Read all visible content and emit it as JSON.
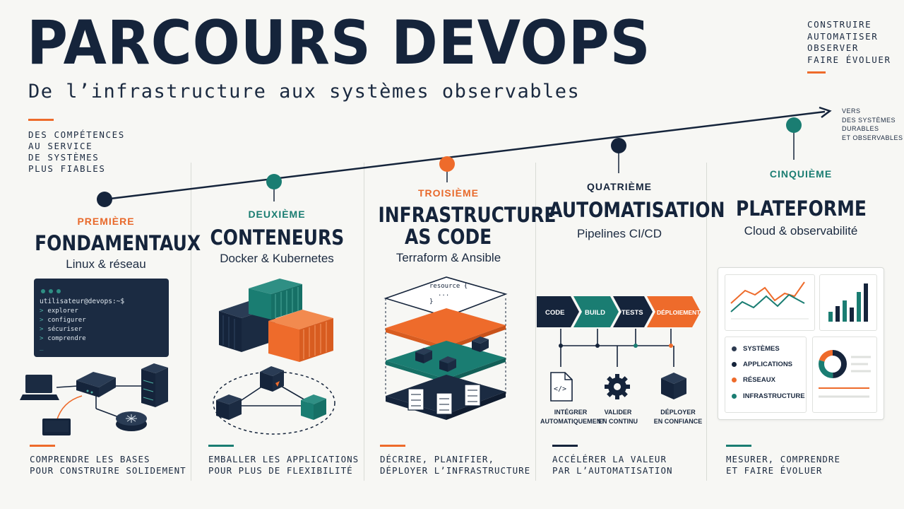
{
  "header": {
    "title": "PARCOURS DEVOPS",
    "subtitle": "De l’infrastructure aux systèmes observables",
    "tagline": [
      "DES COMPÉTENCES",
      "AU SERVICE",
      "DE SYSTÈMES",
      "PLUS FIABLES"
    ],
    "motto": [
      "CONSTRUIRE",
      "AUTOMATISER",
      "OBSERVER",
      "FAIRE ÉVOLUER"
    ],
    "arrow_note": [
      "VERS",
      "DES SYSTÈMES",
      "DURABLES",
      "ET OBSERVABLES"
    ]
  },
  "colors": {
    "navy": "#15243b",
    "teal": "#1a7d72",
    "orange": "#ee6b2b",
    "background": "#f7f7f4"
  },
  "stages": [
    {
      "ordinal": "PREMIÈRE",
      "title": "FONDAMENTAUX",
      "subtitle": "Linux & réseau",
      "bottom": [
        "COMPRENDRE LES BASES",
        "POUR CONSTRUIRE SOLIDEMENT"
      ],
      "terminal": {
        "prompt": "utilisateur@devops:~$",
        "commands": [
          "explorer",
          "configurer",
          "sécuriser",
          "comprendre"
        ],
        "cursor": "_"
      },
      "icons": [
        "laptop-icon",
        "network-switch-icon",
        "server-rack-icon",
        "router-icon",
        "monitor-icon"
      ]
    },
    {
      "ordinal": "DEUXIÈME",
      "title": "CONTENEURS",
      "subtitle": "Docker & Kubernetes",
      "bottom": [
        "EMBALLER LES APPLICATIONS",
        "POUR PLUS DE FLEXIBILITÉ"
      ],
      "icons": [
        "container-stack-icon",
        "kubernetes-cluster-icon"
      ]
    },
    {
      "ordinal": "TROISIÈME",
      "title": [
        "INFRASTRUCTURE",
        "AS CODE"
      ],
      "subtitle": "Terraform & Ansible",
      "bottom": [
        "DÉCRIRE, PLANIFIER,",
        "DÉPLOYER L’INFRASTRUCTURE"
      ],
      "code": [
        "resource {",
        "...",
        "}"
      ],
      "icons": [
        "layered-infrastructure-icon"
      ]
    },
    {
      "ordinal": "QUATRIÈME",
      "title": "AUTOMATISATION",
      "subtitle": "Pipelines CI/CD",
      "bottom": [
        "ACCÉLÉRER LA VALEUR",
        "PAR L’AUTOMATISATION"
      ],
      "pipeline": [
        "CODE",
        "BUILD",
        "TESTS",
        "DÉPLOIEMENT"
      ],
      "steps": [
        {
          "icon": "code-file-icon",
          "label": [
            "INTÉGRER",
            "AUTOMATIQUEMENT"
          ]
        },
        {
          "icon": "gear-icon",
          "label": [
            "VALIDER",
            "EN CONTINU"
          ]
        },
        {
          "icon": "cube-icon",
          "label": [
            "DÉPLOYER",
            "EN CONFIANCE"
          ]
        }
      ]
    },
    {
      "ordinal": "CINQUIÈME",
      "title": "PLATEFORME",
      "subtitle": "Cloud & observabilité",
      "bottom": [
        "MESURER, COMPRENDRE",
        "ET FAIRE ÉVOLUER"
      ],
      "legend": [
        {
          "label": "SYSTÈMES",
          "color": "#2c3a50"
        },
        {
          "label": "APPLICATIONS",
          "color": "#15243b"
        },
        {
          "label": "RÉSEAUX",
          "color": "#ee6b2b"
        },
        {
          "label": "INFRASTRUCTURE",
          "color": "#1a7d72"
        }
      ],
      "icons": [
        "line-chart-icon",
        "bar-chart-icon",
        "donut-chart-icon"
      ]
    }
  ]
}
